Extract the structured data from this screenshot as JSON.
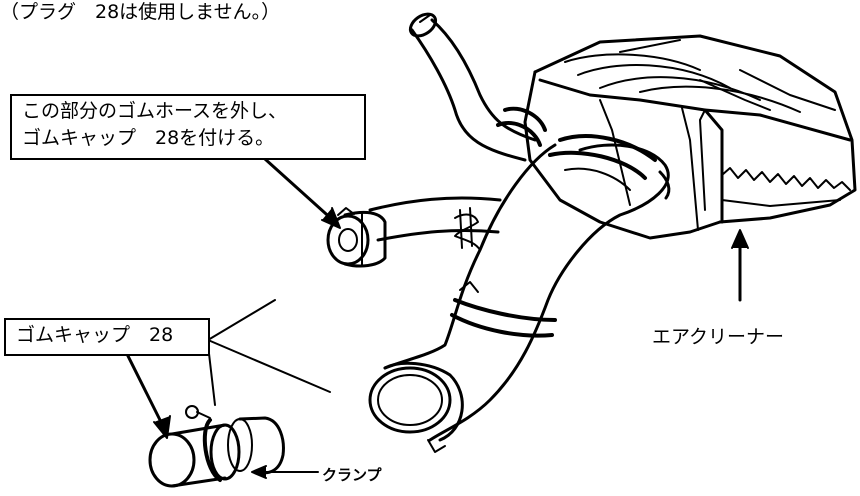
{
  "top_note": "（プラグ　28は使用しません。）",
  "callout_hose": {
    "line1": "この部分のゴムホースを外し、",
    "line2": "ゴムキャップ　28を付ける。"
  },
  "callout_cap": "ゴムキャップ　28",
  "label_air_cleaner": "エアクリーナー",
  "label_clamp": "クランプ"
}
